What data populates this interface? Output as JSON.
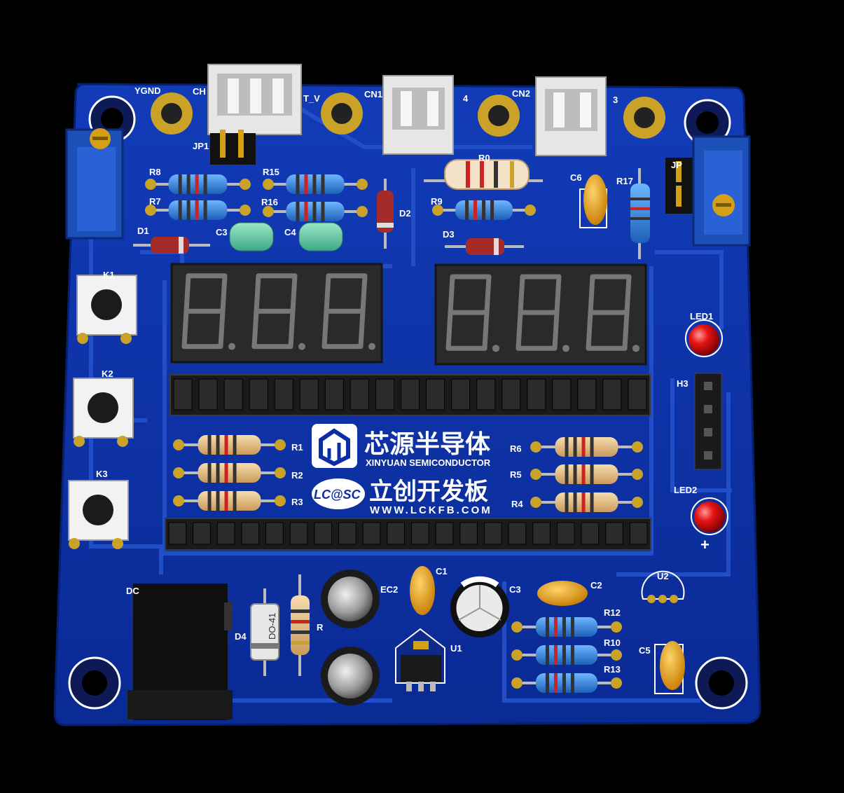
{
  "board": {
    "colors": {
      "background": "#000000",
      "pcb": "#0b2fa3",
      "pcb_trace": "#1f48c2",
      "silkscreen": "#ffffff",
      "pad": "#c9a227",
      "segment_body": "#2b2b2b",
      "header": "#1a1a1a",
      "led": "#e01010"
    },
    "logo": {
      "cn_name": "芯源半导体",
      "en_name": "XINYUAN SEMICONDUCTOR",
      "brand_mark": "LC@SC",
      "board_name": "立创开发板",
      "url": "WWW.LCKFB.COM"
    },
    "labels": {
      "ygnd": "YGND",
      "ch": "CH",
      "t_v": "T_V",
      "cn1": "CN1",
      "n4": "4",
      "cn2": "CN2",
      "n3": "3",
      "jp1": "JP1",
      "jp": "JP",
      "r0": "R0",
      "r1": "R1",
      "r2": "R2",
      "r3": "R3",
      "r4": "R4",
      "r5": "R5",
      "r6": "R6",
      "r7": "R7",
      "r8": "R8",
      "r9": "R9",
      "r10": "R10",
      "r12": "R12",
      "r13": "R13",
      "r15": "R15",
      "r16": "R16",
      "r17": "R17",
      "r_short": "R",
      "c1": "C1",
      "c2": "C2",
      "c3": "C3",
      "c4": "C4",
      "c5": "C5",
      "c6": "C6",
      "ec2": "EC2",
      "ec3": "C3",
      "d1": "D1",
      "d2": "D2",
      "d3": "D3",
      "d4": "D4",
      "do41": "DO-41",
      "k1": "K1",
      "k2": "K2",
      "k3": "K3",
      "led1": "LED1",
      "led2": "LED2",
      "h3": "H3",
      "u1": "U1",
      "u2": "U2",
      "dc": "DC",
      "plus": "+"
    }
  }
}
